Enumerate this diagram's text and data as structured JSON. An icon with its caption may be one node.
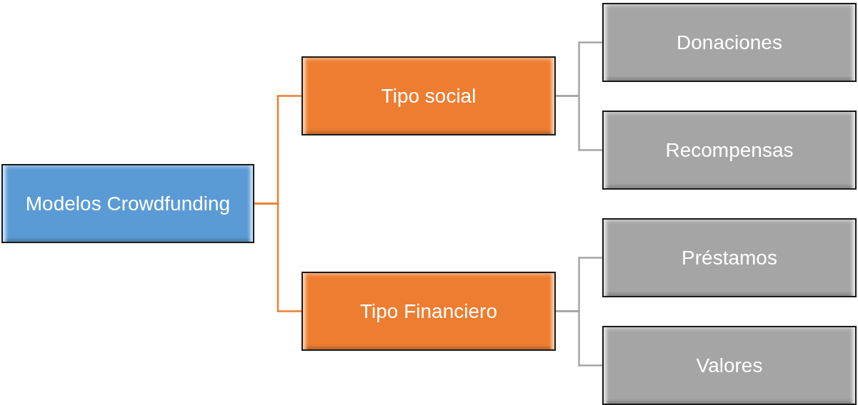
{
  "diagram": {
    "nodes": [
      {
        "text": [
          "Modelos Crowdfunding"
        ]
      },
      {
        "text": [
          "Tipo social"
        ]
      },
      {
        "text": [
          "Tipo Financiero"
        ]
      },
      {
        "text": [
          "Donaciones"
        ]
      },
      {
        "text": [
          "Recompensas"
        ]
      },
      {
        "text": [
          "Préstamos"
        ]
      },
      {
        "text": [
          "Valores"
        ]
      }
    ],
    "edges": [
      {
        "from": 0,
        "to": 1,
        "arrow": "none",
        "color": "#ed7d31"
      },
      {
        "from": 0,
        "to": 2,
        "arrow": "none",
        "color": "#ed7d31"
      },
      {
        "from": 1,
        "to": 3,
        "arrow": "none"
      },
      {
        "from": 1,
        "to": 4,
        "arrow": "none"
      },
      {
        "from": 2,
        "to": 5,
        "arrow": "none"
      },
      {
        "from": 2,
        "to": 6,
        "arrow": "none"
      }
    ]
  }
}
